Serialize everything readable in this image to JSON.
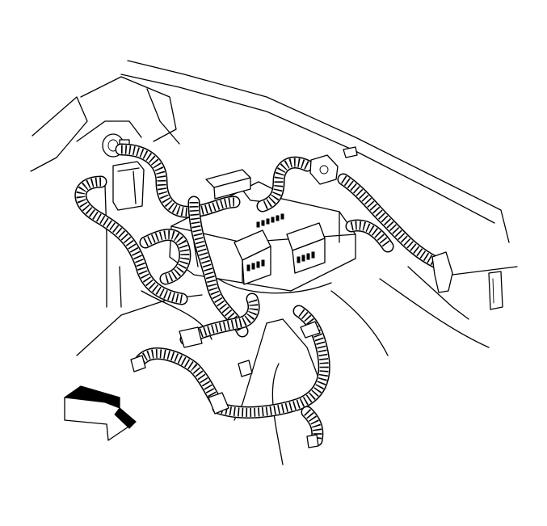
{
  "figure": {
    "kind": "line-art-illustration",
    "components": [
      "fender-panel",
      "underhood-fuse-relay-center",
      "wiring-harness",
      "connector",
      "retaining-clip",
      "forward-direction-arrow-icon"
    ],
    "colors": {
      "line": "#000000",
      "background": "#ffffff",
      "arrow_fill": "#000000"
    }
  }
}
